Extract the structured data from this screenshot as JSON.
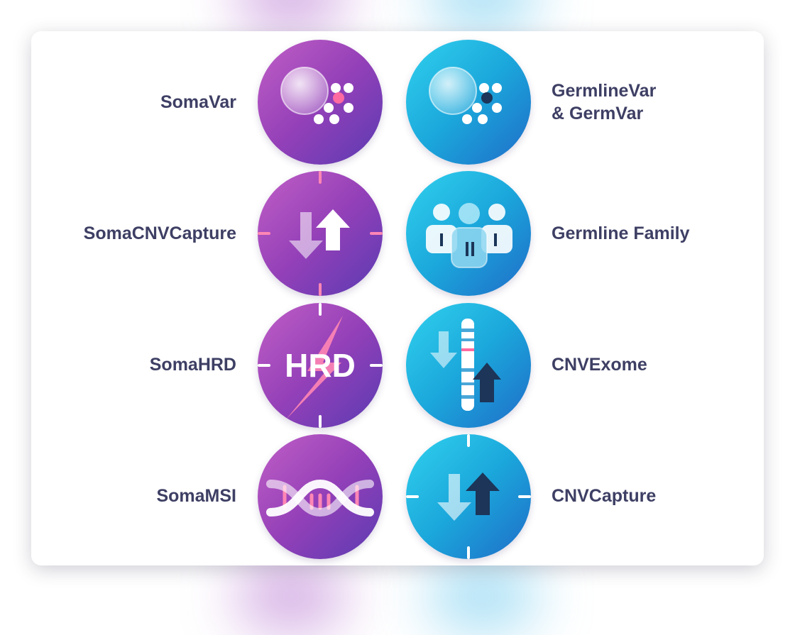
{
  "products": {
    "somavar": "SomaVar",
    "germlinevar_line1": "GermlineVar",
    "germlinevar_line2": "& GermVar",
    "somacnvcapture": "SomaCNVCapture",
    "germline_family": "Germline Family",
    "somahrd": "SomaHRD",
    "hrd_badge": "HRD",
    "cnvexome": "CNVExome",
    "somamsi": "SomaMSI",
    "cnvcapture": "CNVCapture"
  },
  "icons": {
    "somavar": "cell-variant-icon",
    "germlinevar": "cell-variant-icon",
    "somacnvcapture": "copy-number-arrows-icon",
    "germline_family": "family-icon",
    "somahrd": "lightning-hrd-icon",
    "cnvexome": "chromosome-arrows-icon",
    "somamsi": "dna-helix-icon",
    "cnvcapture": "copy-number-arrows-icon"
  },
  "colors": {
    "purple_start": "#c15fc6",
    "purple_end": "#5a3bb2",
    "blue_start": "#31d1ee",
    "blue_end": "#1f6cc8",
    "label_text": "#3e3f64",
    "accent_pink": "#ff5f8f",
    "dark_navy": "#1c3558"
  }
}
